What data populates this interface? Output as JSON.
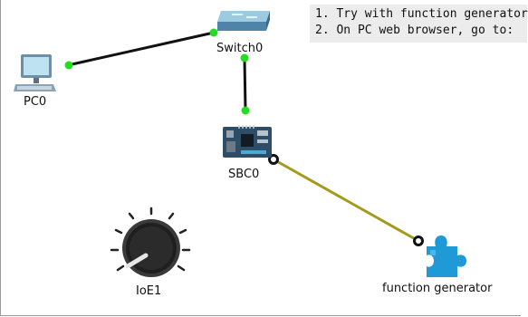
{
  "note": {
    "lines": [
      "1. Try with function generator",
      "2. On PC web browser, go to:"
    ]
  },
  "devices": {
    "pc": {
      "label": "PC0",
      "icon": "pc-icon"
    },
    "switch": {
      "label": "Switch0",
      "icon": "switch-icon"
    },
    "sbc": {
      "label": "SBC0",
      "icon": "sbc-board-icon"
    },
    "knob": {
      "label": "IoE1",
      "icon": "knob-icon"
    },
    "generator": {
      "label": "function generator",
      "icon": "puzzle-piece-icon"
    }
  },
  "links": {
    "ethernet_color": "#111111",
    "port_up_color": "#22dd22",
    "io_cable_color": "#a59a1e",
    "io_port_color": "#111111"
  }
}
